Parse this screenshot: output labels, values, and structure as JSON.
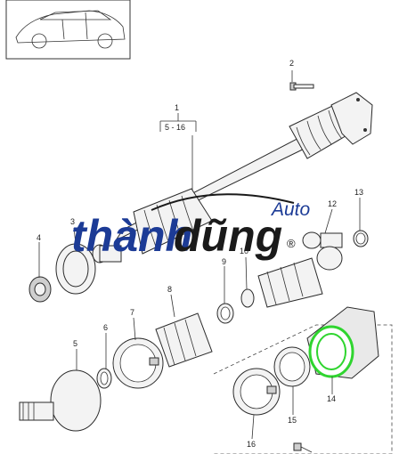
{
  "callouts": [
    {
      "id": "c1",
      "text": "1"
    },
    {
      "id": "c1range",
      "text": "5 - 16"
    },
    {
      "id": "c2",
      "text": "2"
    },
    {
      "id": "c3",
      "text": "3"
    },
    {
      "id": "c4",
      "text": "4"
    },
    {
      "id": "c5",
      "text": "5"
    },
    {
      "id": "c6",
      "text": "6"
    },
    {
      "id": "c7",
      "text": "7"
    },
    {
      "id": "c8",
      "text": "8"
    },
    {
      "id": "c9",
      "text": "9"
    },
    {
      "id": "c10",
      "text": "10"
    },
    {
      "id": "c12",
      "text": "12"
    },
    {
      "id": "c13",
      "text": "13"
    },
    {
      "id": "c14",
      "text": "14"
    },
    {
      "id": "c15",
      "text": "15"
    },
    {
      "id": "c16",
      "text": "16"
    }
  ],
  "watermark": {
    "part1": "thành",
    "part2": "dũng",
    "auto": "Auto",
    "registered": "®",
    "color_primary": "#1c3b96",
    "color_secondary": "#1a1a1a",
    "color_accent": "#1c3b96"
  },
  "highlight": {
    "part": "14",
    "color": "#2fd52f"
  }
}
